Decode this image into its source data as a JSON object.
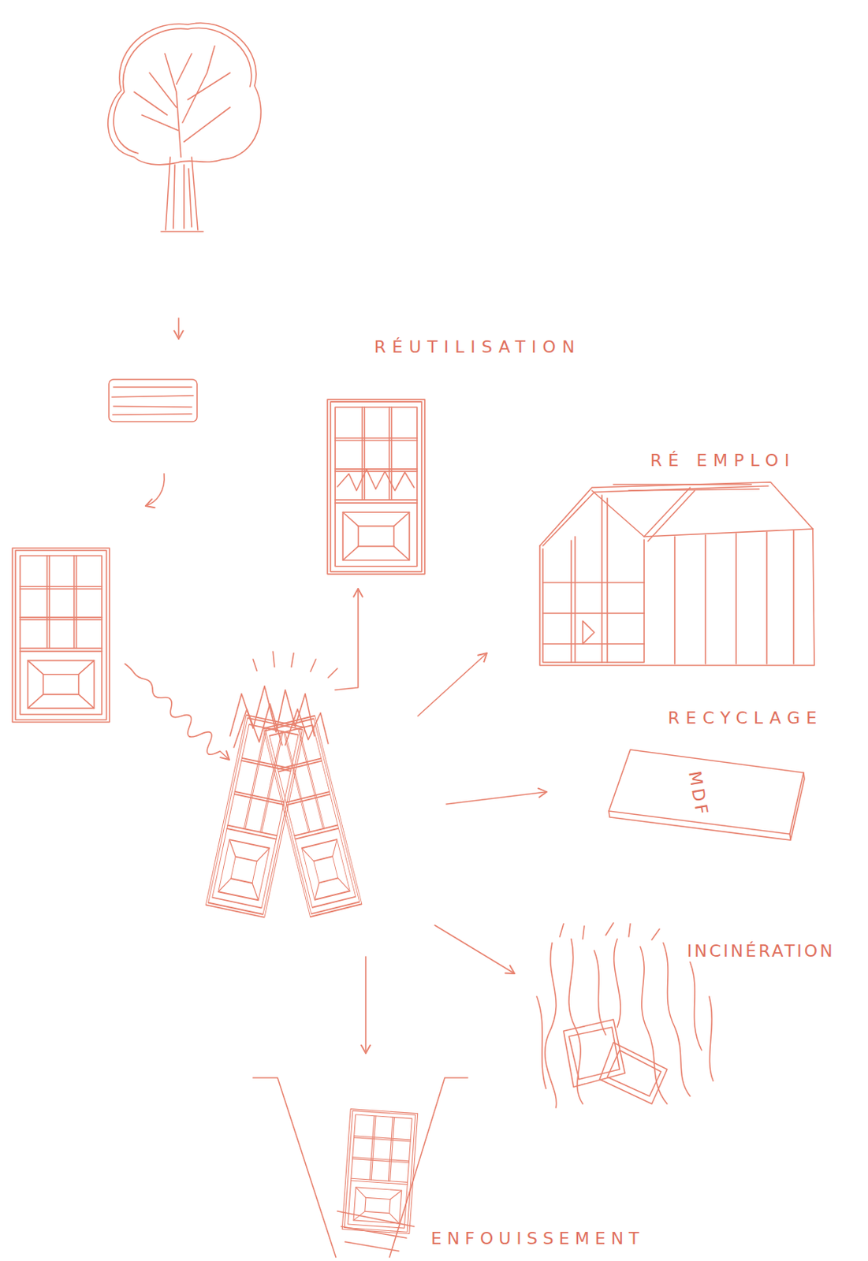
{
  "diagram": {
    "labels": [
      "RÉUTILISATION",
      "RÉ EMPLOI",
      "RECYCLAGE",
      "MDF",
      "INCINÉRATION",
      "ENFOUISSEMENT"
    ]
  }
}
